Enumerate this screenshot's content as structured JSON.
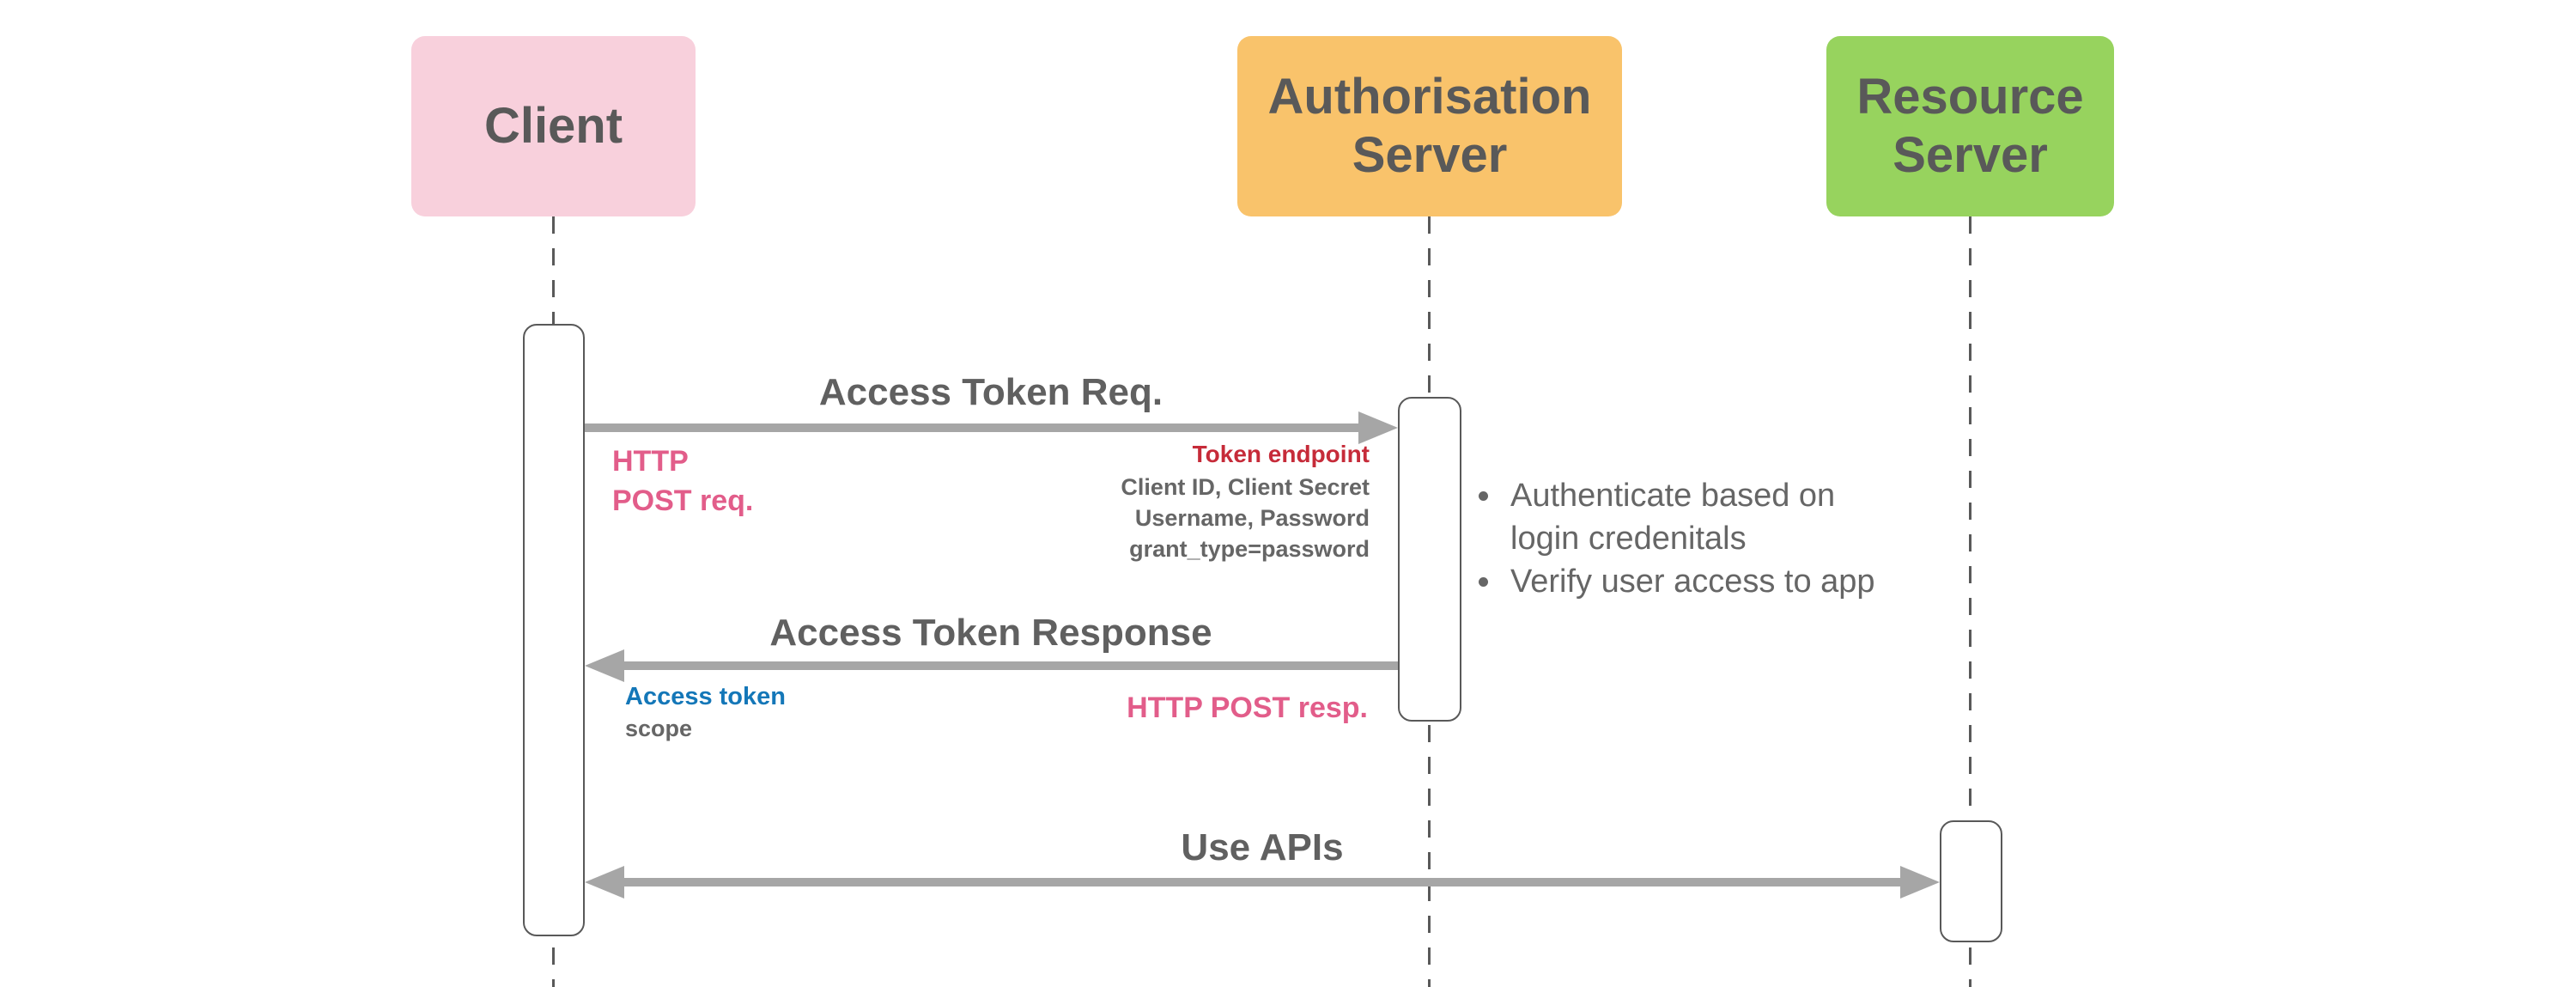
{
  "diagram": {
    "type": "sequence-diagram",
    "colors": {
      "heading_text": "#595959",
      "message_text": "#606060",
      "gray_text": "#666666",
      "arrow": "#a6a6a6",
      "lifeline": "#595959",
      "activation_border": "#595959",
      "pink": "#e25d8a",
      "red": "#c62b39",
      "blue": "#1477b8"
    },
    "actors": [
      {
        "id": "client",
        "label": "Client",
        "fill": "#f8d0dc"
      },
      {
        "id": "authorisation-server",
        "label": "Authorisation Server",
        "fill": "#f9c36b"
      },
      {
        "id": "resource-server",
        "label": "Resource Server",
        "fill": "#97d35e"
      }
    ],
    "messages": [
      {
        "name": "access-token-request",
        "label": "Access Token Req.",
        "from": "client",
        "to": "authorisation-server",
        "direction": "right",
        "annotation_left_line1": "HTTP",
        "annotation_left_line2": "POST req.",
        "annotation_right_title": "Token endpoint",
        "annotation_right_line1": "Client ID, Client Secret",
        "annotation_right_line2": "Username, Password",
        "annotation_right_line3": "grant_type=password"
      },
      {
        "name": "access-token-response",
        "label": "Access Token Response",
        "from": "authorisation-server",
        "to": "client",
        "direction": "left",
        "annotation_left_title": "Access token",
        "annotation_left_sub": "scope",
        "annotation_right": "HTTP POST resp."
      },
      {
        "name": "use-apis",
        "label": "Use APIs",
        "from": "client",
        "to": "resource-server",
        "direction": "both"
      }
    ],
    "notes": [
      {
        "name": "auth-server-actions",
        "attached_to": "authorisation-server",
        "items": [
          "Authenticate based on login credenitals",
          "Verify user access to app"
        ]
      }
    ]
  }
}
